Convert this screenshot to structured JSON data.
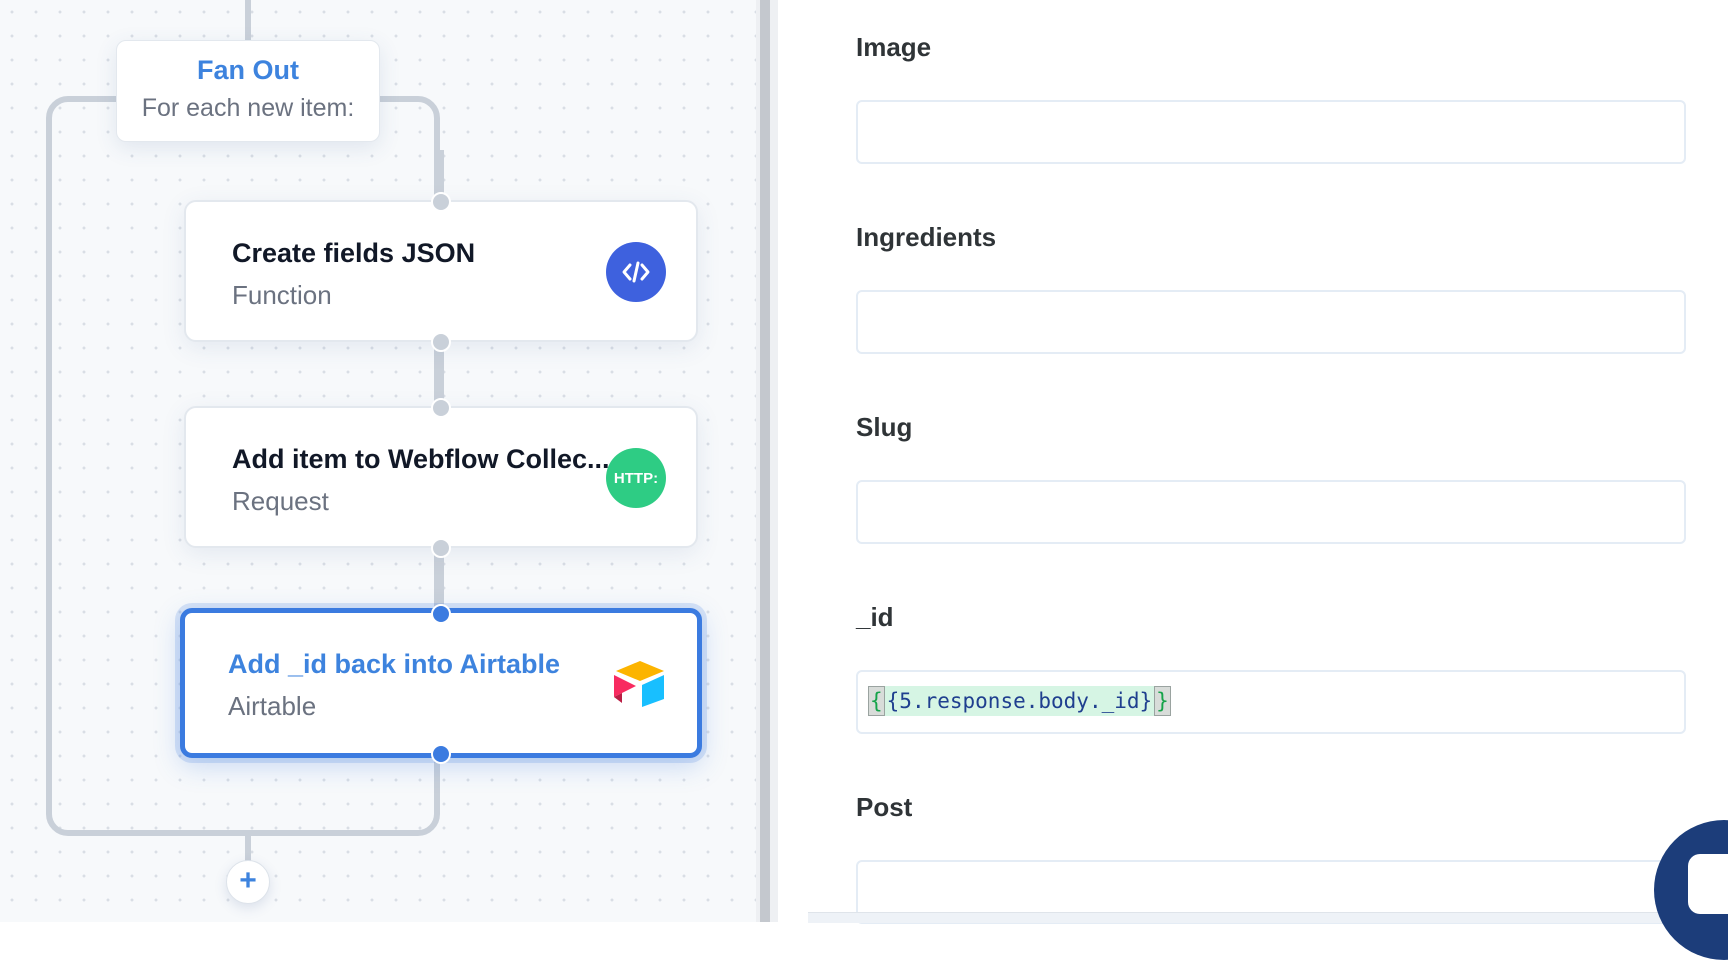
{
  "canvas": {
    "fanout": {
      "title": "Fan Out",
      "subtitle": "For each new item:"
    },
    "nodes": [
      {
        "title": "Create fields JSON",
        "subtitle": "Function",
        "icon": "code-icon",
        "icon_color": "#3e61de"
      },
      {
        "title": "Add item to Webflow Collec...",
        "subtitle": "Request",
        "icon": "http-icon",
        "icon_text": "HTTP:",
        "icon_color": "#2ecc84"
      },
      {
        "title": "Add _id back into Airtable",
        "subtitle": "Airtable",
        "icon": "airtable-logo-icon",
        "selected": true
      }
    ],
    "add_button": "+"
  },
  "panel": {
    "fields": [
      {
        "label": "Image",
        "value": ""
      },
      {
        "label": "Ingredients",
        "value": ""
      },
      {
        "label": "Slug",
        "value": ""
      },
      {
        "label": "_id",
        "value": "{{5.response.body._id}}",
        "token_open": "{",
        "token_body": "{5.response.body._id}",
        "token_close": "}"
      },
      {
        "label": "Post",
        "value": ""
      }
    ]
  },
  "colors": {
    "accent": "#3b7be0",
    "connector": "#c9d0d9",
    "chat_bubble": "#1c3d7a"
  }
}
